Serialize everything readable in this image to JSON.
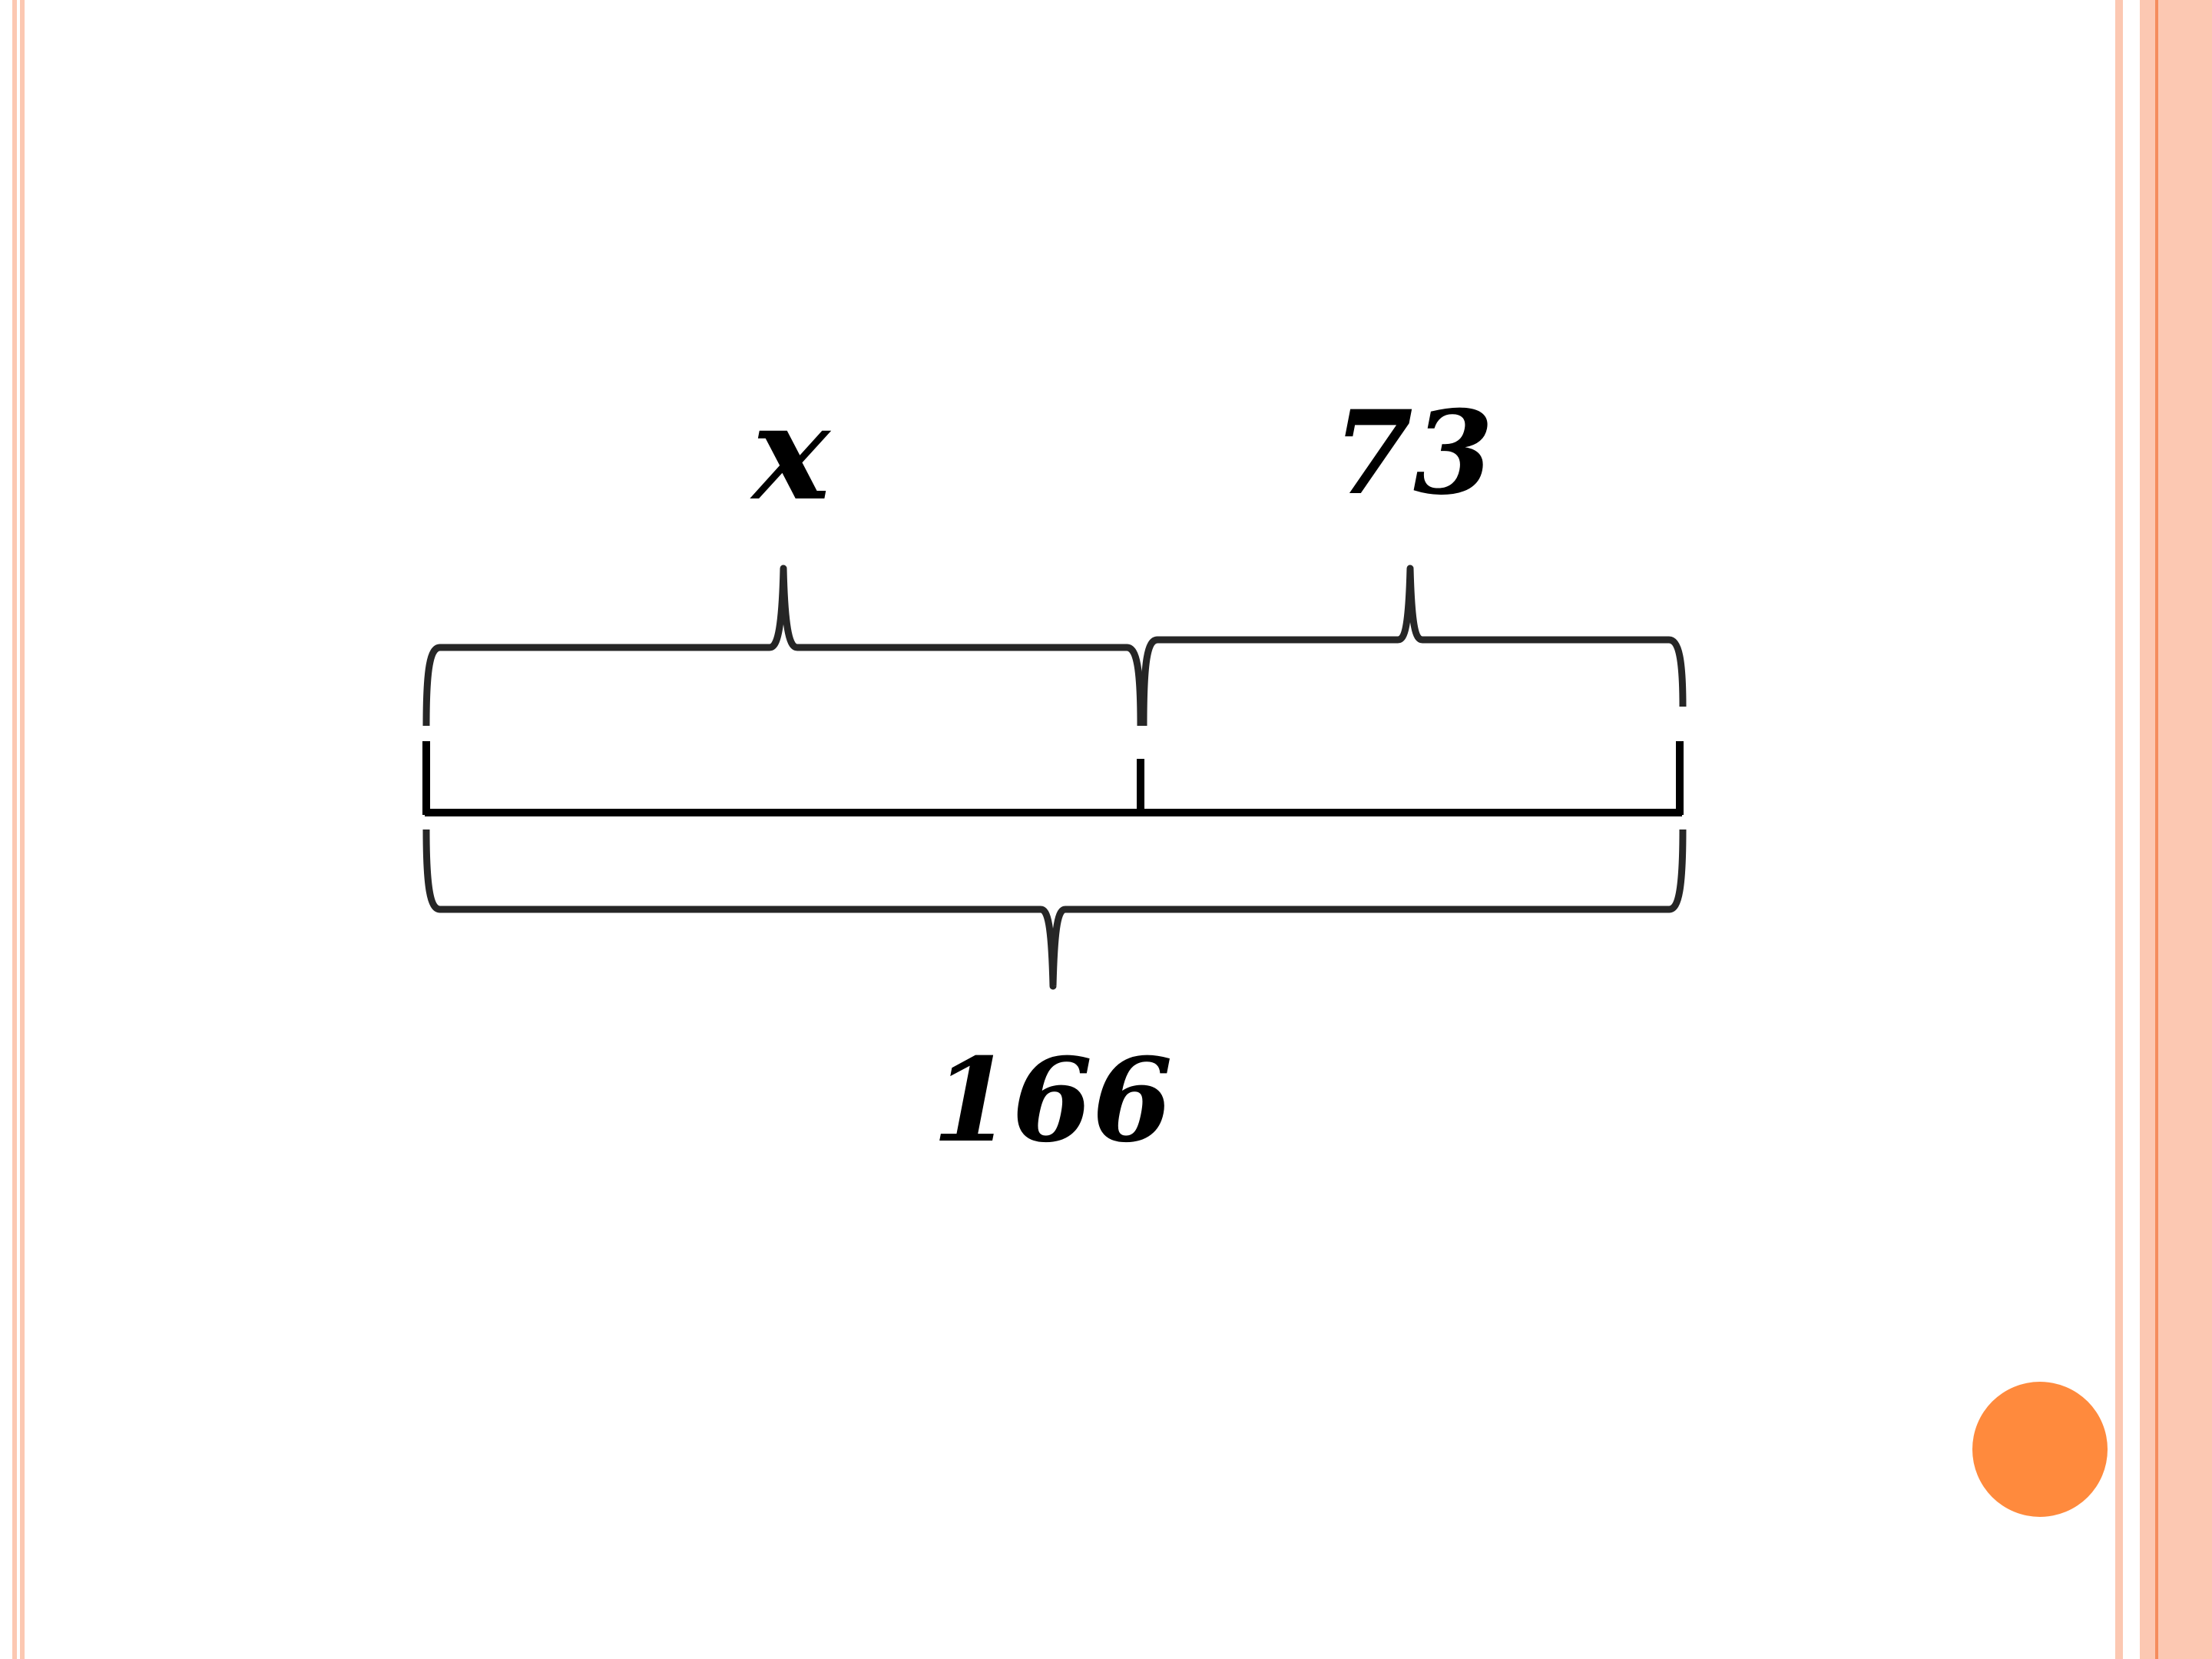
{
  "diagram": {
    "part_left_label": "x",
    "part_right_label": "73",
    "total_label": "166"
  },
  "colors": {
    "accent": "#FF8A3D",
    "stripe_light": "#FCC8B2",
    "stripe_dark": "#F58C5C",
    "ink": "#000000",
    "brace": "#262626"
  },
  "controls": {
    "nav_dot_icon": "circle-icon"
  }
}
